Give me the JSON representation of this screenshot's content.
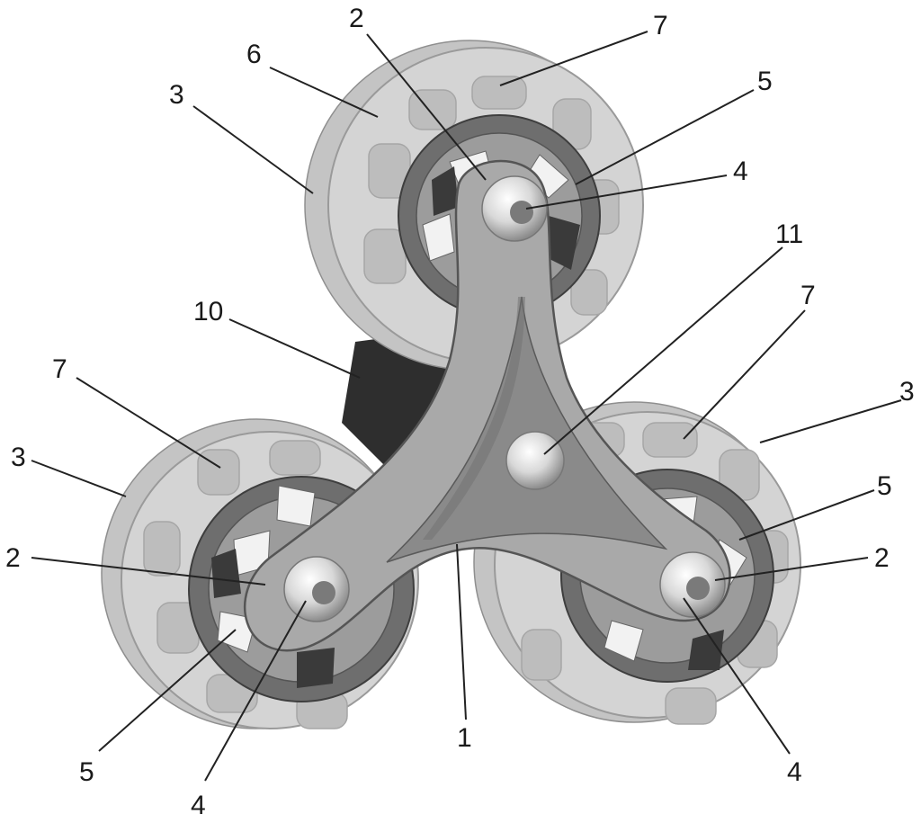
{
  "diagram": {
    "labels": [
      {
        "id": "top-2",
        "text": "2"
      },
      {
        "id": "top-7",
        "text": "7"
      },
      {
        "id": "top-6",
        "text": "6"
      },
      {
        "id": "top-5",
        "text": "5"
      },
      {
        "id": "top-3",
        "text": "3"
      },
      {
        "id": "top-4",
        "text": "4"
      },
      {
        "id": "mid-11",
        "text": "11"
      },
      {
        "id": "mid-10",
        "text": "10"
      },
      {
        "id": "right-7",
        "text": "7"
      },
      {
        "id": "left-7",
        "text": "7"
      },
      {
        "id": "right-3",
        "text": "3"
      },
      {
        "id": "left-3",
        "text": "3"
      },
      {
        "id": "right-5",
        "text": "5"
      },
      {
        "id": "left-2",
        "text": "2"
      },
      {
        "id": "right-2",
        "text": "2"
      },
      {
        "id": "bottom-1",
        "text": "1"
      },
      {
        "id": "bottom-left-5",
        "text": "5"
      },
      {
        "id": "bottom-right-4",
        "text": "4"
      },
      {
        "id": "bottom-left-4",
        "text": "4"
      }
    ]
  }
}
